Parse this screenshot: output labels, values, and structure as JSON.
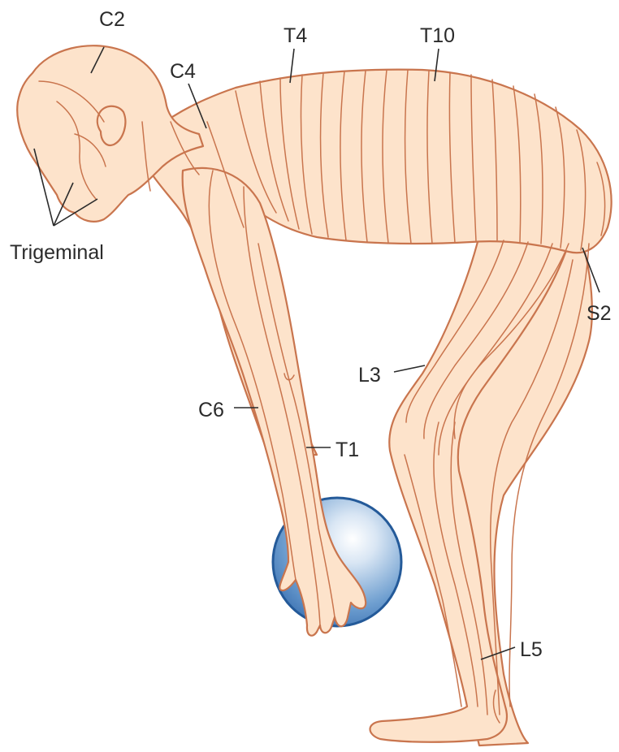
{
  "diagram": {
    "labels": {
      "c2": "C2",
      "t4": "T4",
      "t10": "T10",
      "c4": "C4",
      "trigeminal": "Trigeminal",
      "s2": "S2",
      "l3": "L3",
      "c6": "C6",
      "t1": "T1",
      "l5": "L5"
    },
    "colors": {
      "skin": "#fde3cb",
      "outline": "#c9754e",
      "ball_light": "#eef4fb",
      "ball_dark": "#3f78b8",
      "ball_edge": "#245a99",
      "text": "#2b2b2b"
    }
  }
}
